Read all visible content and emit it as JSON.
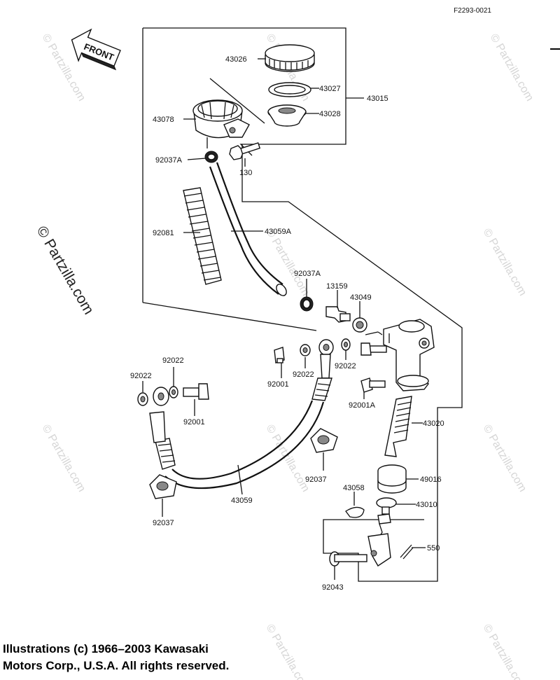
{
  "figure_id": "F2293-0021",
  "front_label": "FRONT",
  "watermark": "© Partzilla.com",
  "watermark_main": "© Partzilla.com",
  "copyright_line1": "Illustrations (c) 1966–2003 Kawasaki",
  "copyright_line2": "Motors Corp., U.S.A.  All rights reserved.",
  "callouts": [
    "43026",
    "43027",
    "43015",
    "43028",
    "43078",
    "92037A",
    "130",
    "92081",
    "43059A",
    "92037A",
    "13159",
    "43049",
    "92022",
    "92022",
    "92001",
    "92022",
    "92022",
    "92001",
    "92001A",
    "43020",
    "92037",
    "49016",
    "43058",
    "43010",
    "43059",
    "92037",
    "550",
    "92043"
  ]
}
